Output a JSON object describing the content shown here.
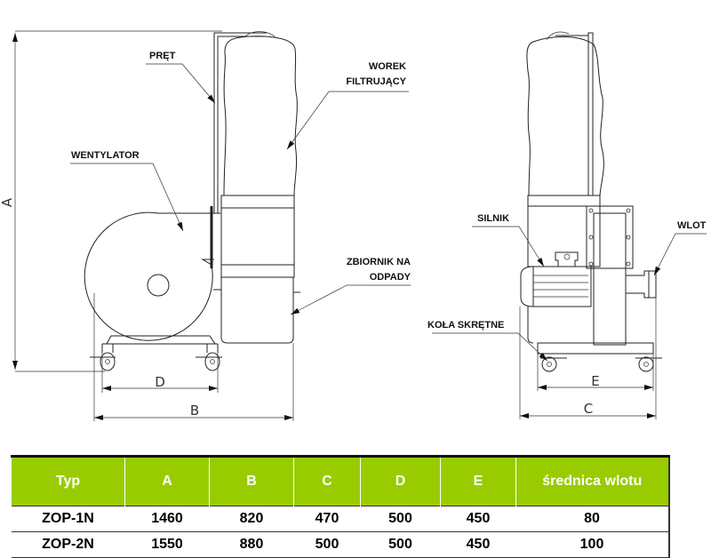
{
  "labels": {
    "pret": "PRĘT",
    "worek_line1": "WOREK",
    "worek_line2": "FILTRUJĄCY",
    "wentylator": "WENTYLATOR",
    "zbiornik_line1": "ZBIORNIK NA",
    "zbiornik_line2": "ODPADY",
    "silnik": "SILNIK",
    "wlot": "WLOT",
    "kola": "KOŁA SKRĘTNE"
  },
  "dimensions": {
    "a": "A",
    "b": "B",
    "c": "C",
    "d": "D",
    "e": "E"
  },
  "table": {
    "headers": [
      "Typ",
      "A",
      "B",
      "C",
      "D",
      "E",
      "średnica wlotu"
    ],
    "rows": [
      [
        "ZOP-1N",
        "1460",
        "820",
        "470",
        "500",
        "450",
        "80"
      ],
      [
        "ZOP-2N",
        "1550",
        "880",
        "500",
        "500",
        "450",
        "100"
      ]
    ]
  },
  "colors": {
    "header_bg": "#99cc00",
    "header_text": "#ffffff"
  }
}
